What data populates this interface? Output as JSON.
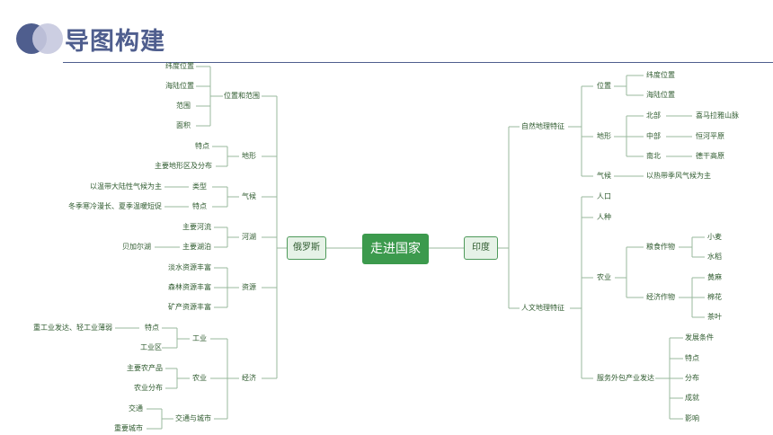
{
  "header": {
    "title": "导图构建"
  },
  "center": "走进国家",
  "russia": {
    "label": "俄罗斯",
    "position_scope": {
      "label": "位置和范围",
      "items": [
        "纬度位置",
        "海陆位置",
        "范围",
        "面积"
      ]
    },
    "terrain": {
      "label": "地形",
      "items": [
        "特点",
        "主要地形区及分布"
      ]
    },
    "climate": {
      "label": "气候",
      "type": "类型",
      "type_detail": "以温带大陆性气候为主",
      "feature": "特点",
      "feature_detail": "冬季寒冷漫长、夏季温暖短促"
    },
    "rivers": {
      "label": "河湖",
      "main_river": "主要河流",
      "main_lake": "主要湖泊",
      "lake_name": "贝加尔湖"
    },
    "resources": {
      "label": "资源",
      "items": [
        "淡水资源丰富",
        "森林资源丰富",
        "矿产资源丰富"
      ]
    },
    "economy": {
      "label": "经济",
      "industry": {
        "label": "工业",
        "feature": "特点",
        "feature_detail": "重工业发达、轻工业薄弱",
        "zone": "工业区"
      },
      "agriculture": {
        "label": "农业",
        "items": [
          "主要农产品",
          "农业分布"
        ]
      },
      "transport": {
        "label": "交通与城市",
        "items": [
          "交通",
          "重要城市"
        ]
      }
    }
  },
  "india": {
    "label": "印度",
    "natural": {
      "label": "自然地理特征",
      "location": {
        "label": "位置",
        "items": [
          "纬度位置",
          "海陆位置"
        ]
      },
      "terrain": {
        "label": "地形",
        "north": "北部",
        "north_v": "喜马拉雅山脉",
        "middle": "中部",
        "middle_v": "恒河平原",
        "south": "南北",
        "south_v": "德干高原"
      },
      "climate": {
        "label": "气候",
        "value": "以热带季风气候为主"
      }
    },
    "human": {
      "label": "人文地理特征",
      "population": "人口",
      "race": "人种",
      "agriculture": {
        "label": "农业",
        "grain": {
          "label": "粮食作物",
          "items": [
            "小麦",
            "水稻"
          ]
        },
        "cash": {
          "label": "经济作物",
          "items": [
            "黄麻",
            "棉花",
            "茶叶"
          ]
        }
      },
      "outsourcing": {
        "label": "服务外包产业发达",
        "items": [
          "发展条件",
          "特点",
          "分布",
          "成就",
          "影响"
        ]
      }
    }
  }
}
